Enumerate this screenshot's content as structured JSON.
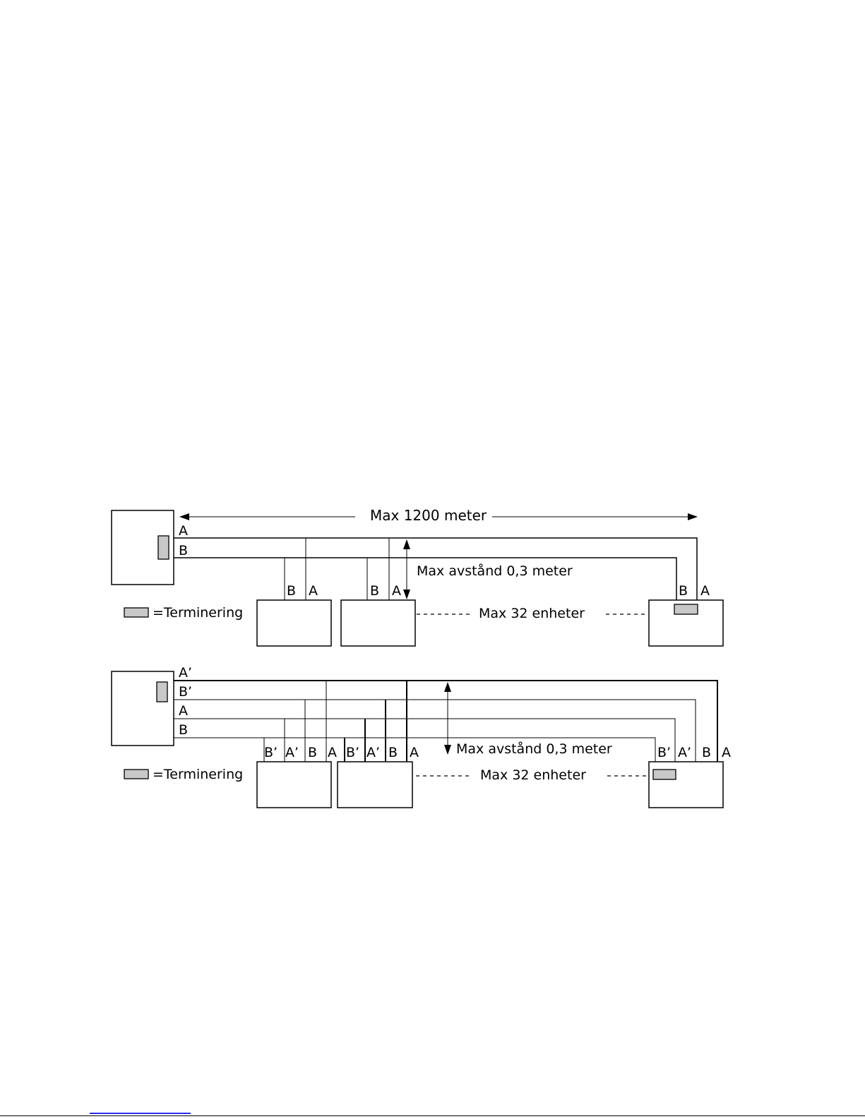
{
  "top_diagram": {
    "distance_label": "Max 1200 meter",
    "master_wires": [
      "A",
      "B"
    ],
    "stub_label": "Max avstånd 0,3 meter",
    "legend": "=Terminering",
    "unit_label": "Max 32 enheter",
    "node1_terminals": [
      "B",
      "A"
    ],
    "node2_terminals": [
      "B",
      "A"
    ],
    "node_end_terminals": [
      "B",
      "A"
    ]
  },
  "bottom_diagram": {
    "master_wires": [
      "A’",
      "B’",
      "A",
      "B"
    ],
    "stub_label": "Max avstånd 0,3 meter",
    "legend": "=Terminering",
    "unit_label": "Max 32 enheter",
    "node1_terminals": [
      "B’",
      "A’",
      "B",
      "A"
    ],
    "node2_terminals": [
      "B’",
      "A’",
      "B",
      "A"
    ],
    "node_end_terminals": [
      "B’",
      "A’",
      "B",
      "A"
    ]
  }
}
